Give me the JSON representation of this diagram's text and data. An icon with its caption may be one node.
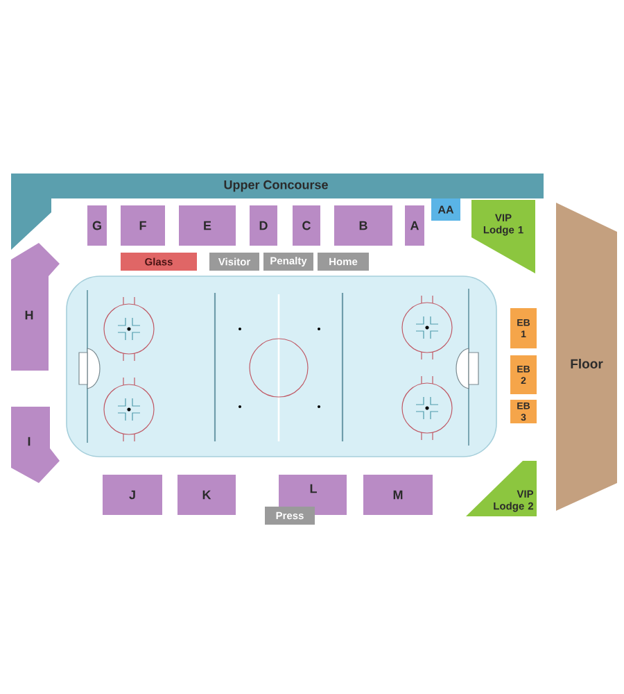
{
  "diagram": {
    "nodes": [
      {
        "text": [
          "Upper Concourse"
        ]
      },
      {
        "text": [
          "G"
        ]
      },
      {
        "text": [
          "F"
        ]
      },
      {
        "text": [
          "E"
        ]
      },
      {
        "text": [
          "D"
        ]
      },
      {
        "text": [
          "C"
        ]
      },
      {
        "text": [
          "B"
        ]
      },
      {
        "text": [
          "A"
        ]
      },
      {
        "text": [
          "AA"
        ]
      },
      {
        "text": [
          "VIP Lodge 1"
        ]
      },
      {
        "text": [
          "Glass"
        ]
      },
      {
        "text": [
          "Visitor"
        ]
      },
      {
        "text": [
          "Penalty"
        ]
      },
      {
        "text": [
          "Home"
        ]
      },
      {
        "text": [
          "H"
        ]
      },
      {
        "text": [
          "Floor"
        ]
      },
      {
        "text": [
          "EB 1"
        ]
      },
      {
        "text": [
          "EB 2"
        ]
      },
      {
        "text": [
          "EB 3"
        ]
      },
      {
        "text": [
          "I"
        ]
      },
      {
        "text": [
          "J"
        ]
      },
      {
        "text": [
          "K"
        ]
      },
      {
        "text": [
          "L"
        ]
      },
      {
        "text": [
          "Press"
        ]
      },
      {
        "text": [
          "M"
        ]
      },
      {
        "text": [
          "VIP Lodge 2"
        ]
      }
    ]
  }
}
